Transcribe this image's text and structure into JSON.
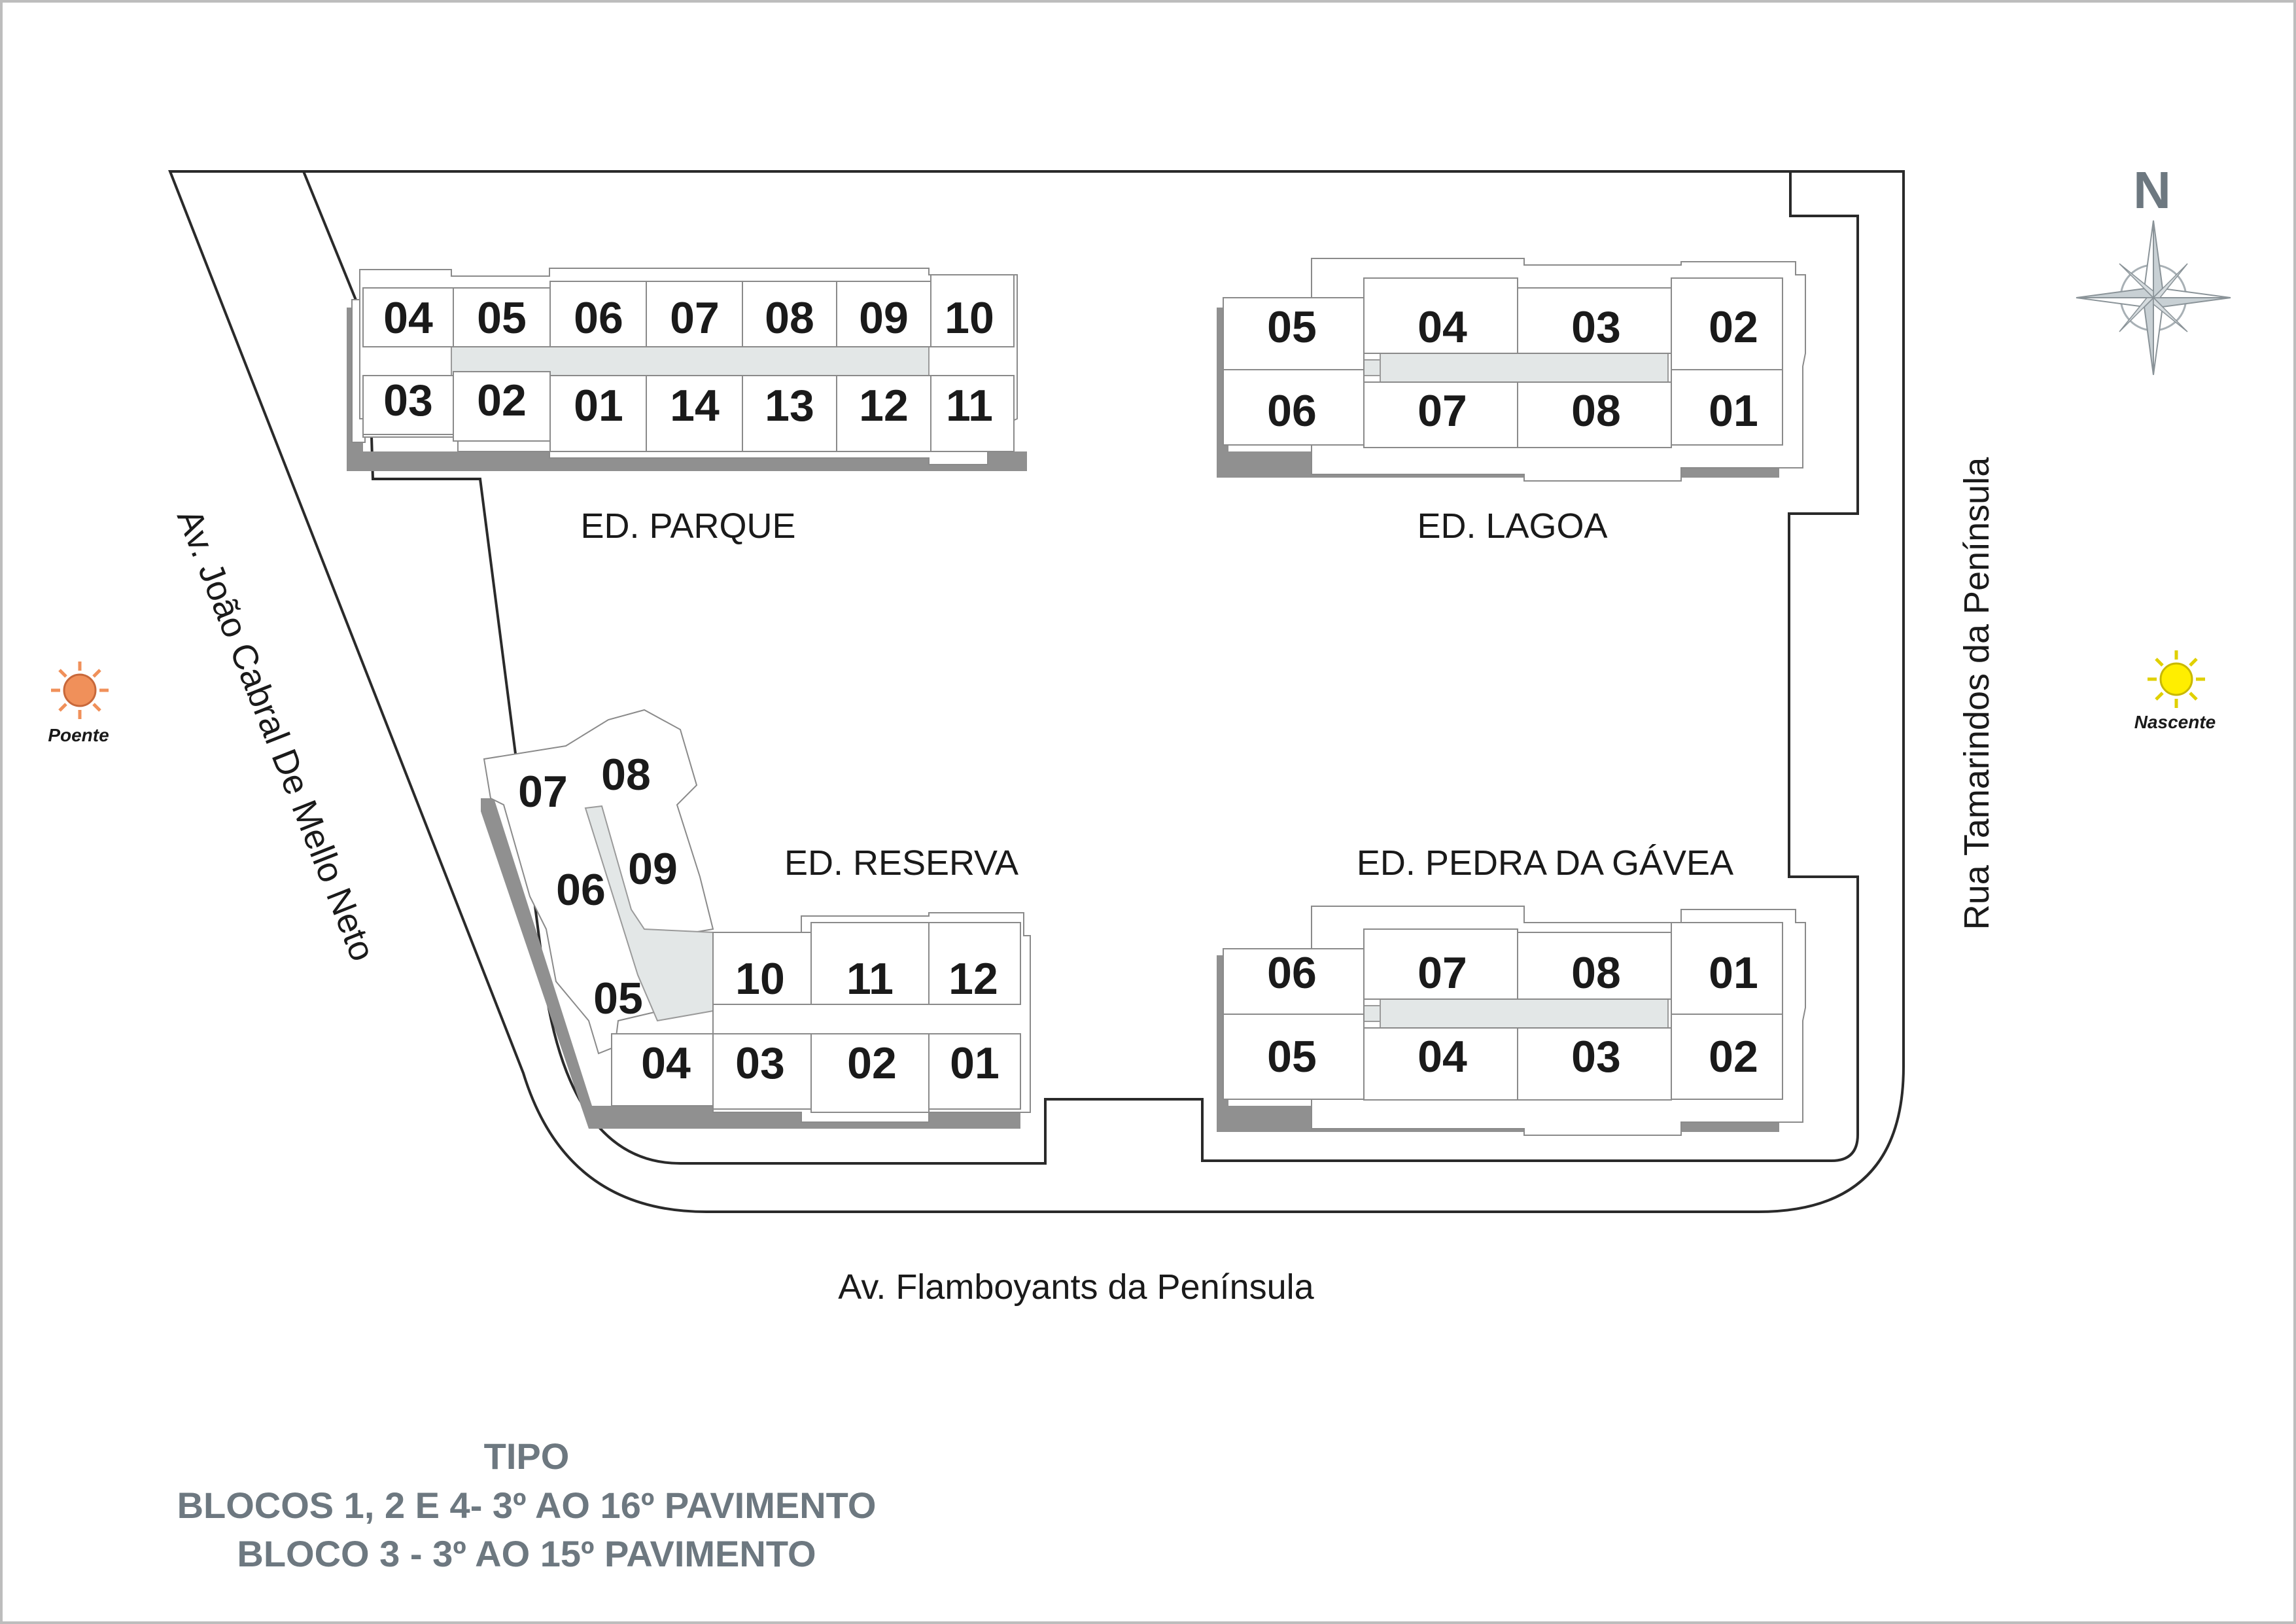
{
  "colors": {
    "text": "#1a1a1a",
    "caption": "#6d7880",
    "hall": "#e3e7e7",
    "sunset": "#f0905a",
    "sunrise": "#ffee00"
  },
  "compass": {
    "label": "N"
  },
  "sun": {
    "west": "Poente",
    "east": "Nascente"
  },
  "streets": {
    "west": "Av. João Cabral De Mello Neto",
    "east": "Rua Tamarindos da Península",
    "south": "Av. Flamboyants da Península"
  },
  "buildings": {
    "parque": {
      "name": "ED. PARQUE",
      "top": [
        "04",
        "05",
        "06",
        "07",
        "08",
        "09",
        "10"
      ],
      "bottom": [
        "03",
        "02",
        "01",
        "14",
        "13",
        "12",
        "11"
      ]
    },
    "lagoa": {
      "name": "ED. LAGOA",
      "top": [
        "05",
        "04",
        "03",
        "02"
      ],
      "bottom": [
        "06",
        "07",
        "08",
        "01"
      ]
    },
    "reserva": {
      "name": "ED. RESERVA",
      "wing": [
        "07",
        "08",
        "06",
        "09",
        "05"
      ],
      "top": [
        "10",
        "11",
        "12"
      ],
      "bottom": [
        "04",
        "03",
        "02",
        "01"
      ]
    },
    "pedra": {
      "name": "ED. PEDRA DA GÁVEA",
      "top": [
        "06",
        "07",
        "08",
        "01"
      ],
      "bottom": [
        "05",
        "04",
        "03",
        "02"
      ]
    }
  },
  "caption": {
    "line1": "TIPO",
    "line2": "BLOCOS 1, 2 E 4- 3º AO 16º PAVIMENTO",
    "line3": "BLOCO 3 - 3º AO 15º PAVIMENTO"
  }
}
